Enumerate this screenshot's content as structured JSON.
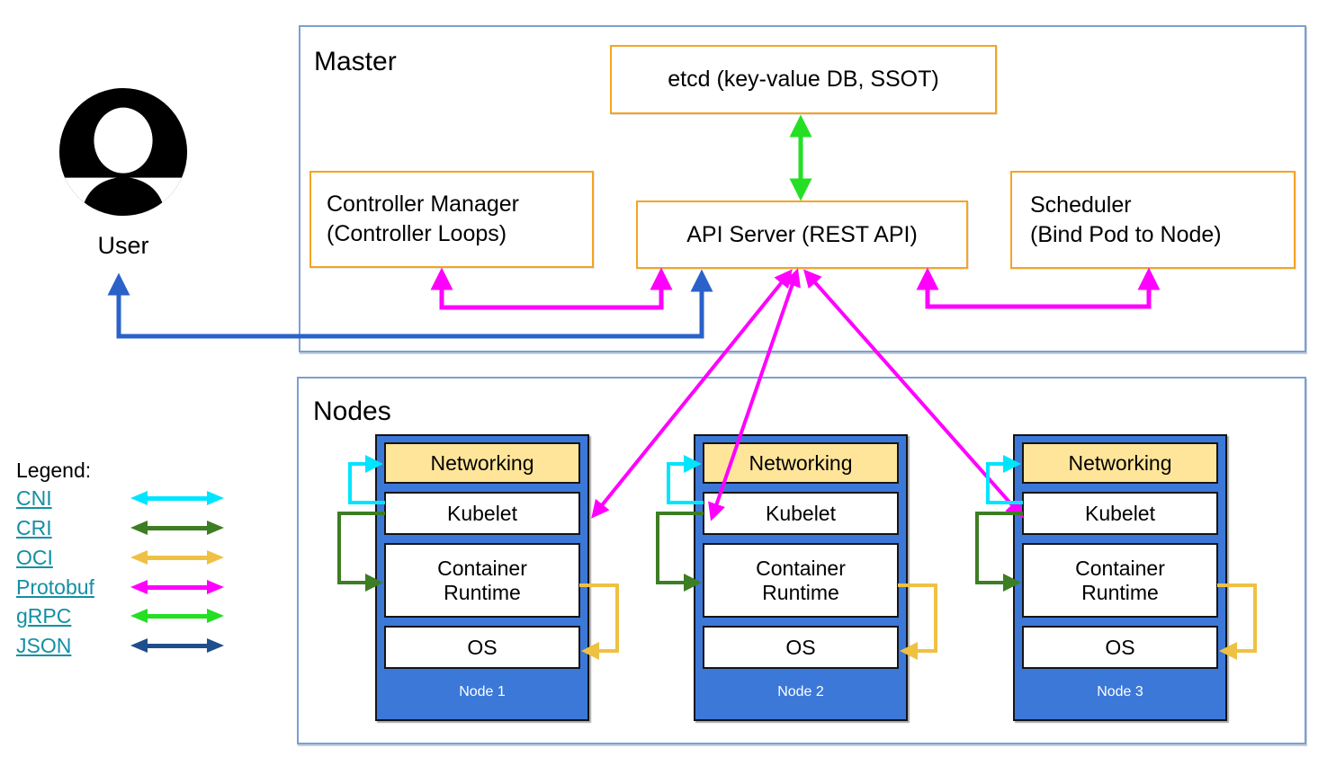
{
  "master": {
    "title": "Master",
    "etcd": "etcd (key-value DB, SSOT)",
    "controller_manager": {
      "line1": "Controller Manager",
      "line2": "(Controller Loops)"
    },
    "api_server": "API Server (REST API)",
    "scheduler": {
      "line1": "Scheduler",
      "line2": "(Bind Pod to Node)"
    }
  },
  "user": {
    "label": "User"
  },
  "nodes_section": {
    "title": "Nodes",
    "nodes": [
      {
        "name": "Node 1",
        "layers": [
          "Networking",
          "Kubelet",
          "Container Runtime",
          "OS"
        ]
      },
      {
        "name": "Node 2",
        "layers": [
          "Networking",
          "Kubelet",
          "Container Runtime",
          "OS"
        ]
      },
      {
        "name": "Node 3",
        "layers": [
          "Networking",
          "Kubelet",
          "Container Runtime",
          "OS"
        ]
      }
    ]
  },
  "legend": {
    "title": "Legend:",
    "items": [
      {
        "label": "CNI",
        "color": "#00E5FF"
      },
      {
        "label": "CRI",
        "color": "#3D7D23"
      },
      {
        "label": "OCI",
        "color": "#EFC143"
      },
      {
        "label": "Protobuf",
        "color": "#FF00FF"
      },
      {
        "label": "gRPC",
        "color": "#24DF24"
      },
      {
        "label": "JSON",
        "color": "#1F4E8C"
      }
    ]
  },
  "colors": {
    "section_border": "#7C9FD3",
    "orange_border": "#F5A423",
    "node_fill": "#3C78D8",
    "networking_fill": "#FFE599",
    "protobuf": "#FF00FF",
    "grpc": "#24DF24",
    "user_json_arrow": "#2A62C9",
    "cni": "#00E5FF",
    "cri": "#3D7D23",
    "oci": "#EFC143",
    "legend_link": "#138FA4"
  }
}
